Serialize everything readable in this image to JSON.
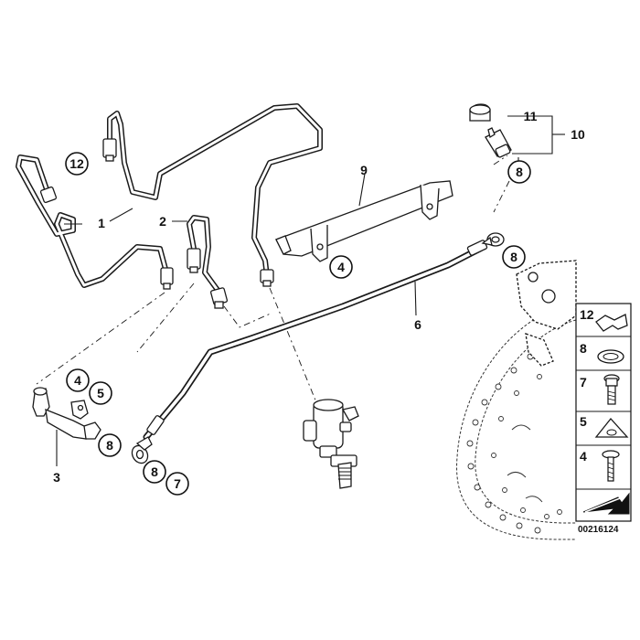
{
  "labels": {
    "l1": "1",
    "l2": "2",
    "l3": "3",
    "l6": "6",
    "l9": "9",
    "l10": "10",
    "l11": "11"
  },
  "callouts": {
    "c12": "12",
    "c4_rail": "4",
    "c8_top": "8",
    "c8_right": "8",
    "c4_left": "4",
    "c5_left": "5",
    "c8_left": "8",
    "c8_bottom": "8",
    "c7_bottom": "7"
  },
  "legend": {
    "items": [
      "12",
      "8",
      "7",
      "5",
      "4"
    ]
  },
  "drawing_number": "00216124"
}
